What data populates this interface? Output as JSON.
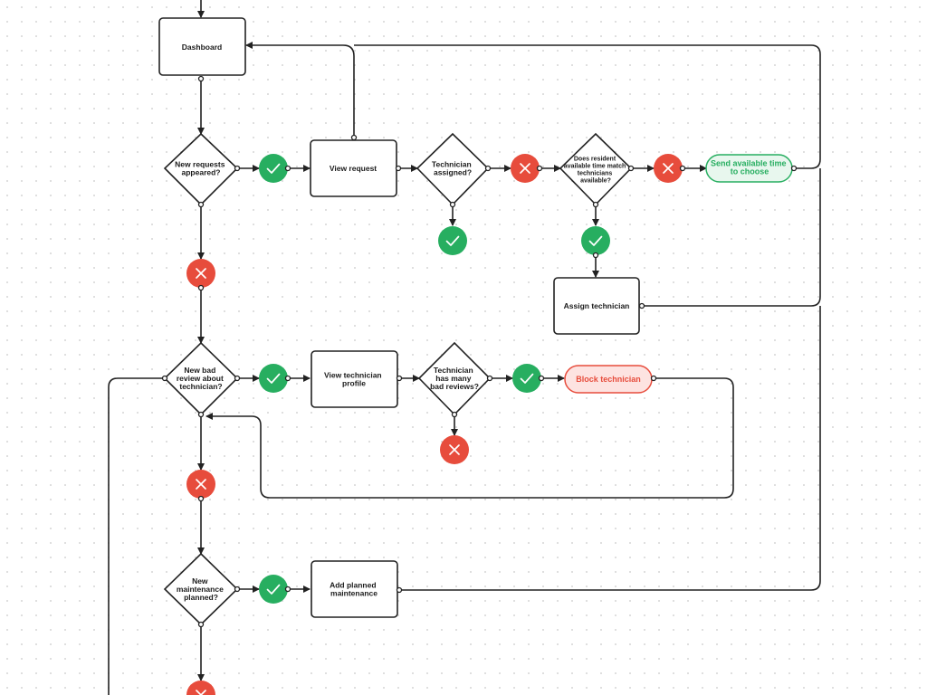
{
  "nodes": {
    "dashboard": "Dashboard",
    "new_requests": [
      "New requests",
      "appeared?"
    ],
    "view_request": "View request",
    "technician_assigned": [
      "Technician",
      "assigned?"
    ],
    "resident_time_match": [
      "Does resident",
      "available time match",
      "technicians",
      "available?"
    ],
    "send_available_time": [
      "Send available time",
      "to choose"
    ],
    "assign_technician": "Assign technician",
    "new_bad_review": [
      "New bad",
      "review about",
      "technician?"
    ],
    "view_technician_profile": [
      "View technician",
      "profile"
    ],
    "many_bad_reviews": [
      "Technician",
      "has many",
      "bad reviews?"
    ],
    "block_technician": "Block technician",
    "new_maintenance": [
      "New",
      "maintenance",
      "planned?"
    ],
    "add_planned_maintenance": [
      "Add planned",
      "maintenance"
    ]
  },
  "icons": {
    "yes": "check-icon",
    "no": "cross-icon"
  },
  "colors": {
    "yes": "#27ae60",
    "no": "#e74c3c",
    "green_pill_fill": "#e8f7ee",
    "green_pill_stroke": "#27ae60",
    "red_pill_fill": "#fde3e1",
    "red_pill_stroke": "#e74c3c",
    "line": "#222222"
  }
}
